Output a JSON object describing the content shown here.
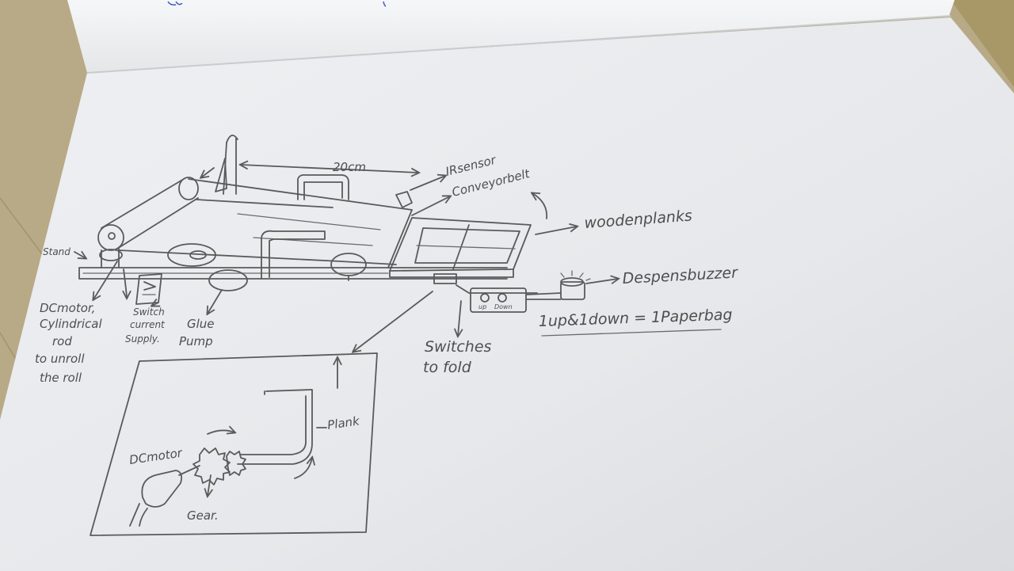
{
  "labels": {
    "distance": "20cm",
    "ir_sensor": "IRsensor",
    "conveyor_belt": "Conveyorbelt",
    "wooden_planks": "woodenplanks",
    "stand": "Stand",
    "dc_motor_line1": "DCmotor,",
    "dc_motor_line2": "Cylindrical",
    "dc_motor_line3": "rod",
    "dc_motor_line4": "to unroll",
    "dc_motor_line5": "the roll",
    "switch_line1": "Switch",
    "switch_line2": "current",
    "switch_line3": "Supply.",
    "glue_line1": "Glue",
    "glue_line2": "Pump",
    "switches_line1": "Switches",
    "switches_line2": "to fold",
    "dispenser_buzzer": "Despensbuzzer",
    "equation": "1up&1down = 1Paperbag",
    "up": "up",
    "down": "Down",
    "plank": "Plank",
    "dc_motor_inset": "DCmotor",
    "gear": "Gear."
  },
  "colors": {
    "desk": "#b8aa86",
    "paper": "#e9ebee",
    "pencil": "#5a5a5a",
    "ink_blue": "#3a56c8"
  }
}
